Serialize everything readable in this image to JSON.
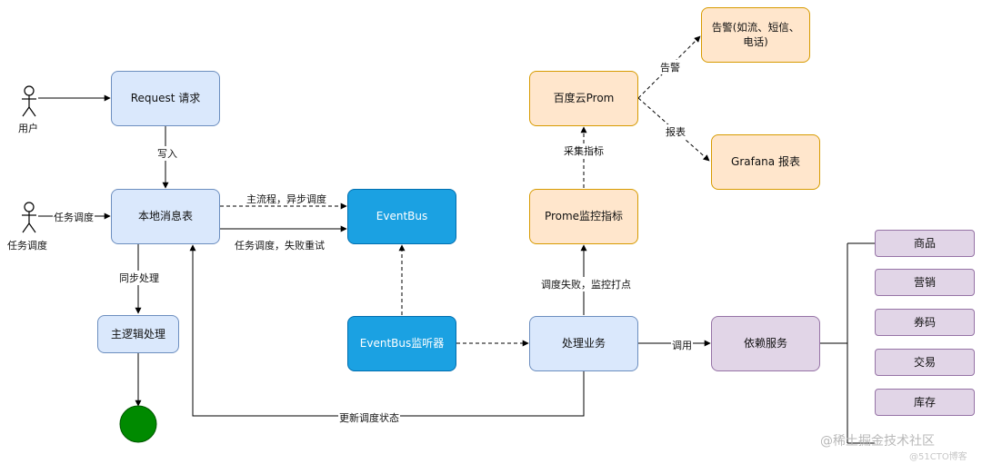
{
  "nodes": {
    "request": "Request 请求",
    "local_table": "本地消息表",
    "eventbus": "EventBus",
    "main_logic": "主逻辑处理",
    "eventbus_listener": "EventBus监听器",
    "process_business": "处理业务",
    "dependency_service": "依赖服务",
    "baidu_prom": "百度云Prom",
    "prome_metrics": "Prome监控指标",
    "alert": "告警(如流、短信、电话)",
    "grafana": "Grafana 报表",
    "svc_goods": "商品",
    "svc_marketing": "营销",
    "svc_coupon": "券码",
    "svc_trade": "交易",
    "svc_inventory": "库存"
  },
  "actors": {
    "user": "用户",
    "scheduler": "任务调度"
  },
  "edges": {
    "write": "写入",
    "scheduler_edge": "任务调度",
    "main_flow": "主流程，异步调度",
    "retry": "任务调度，失败重试",
    "sync": "同步处理",
    "schedule_fail": "调度失败，监控打点",
    "invoke": "调用",
    "update_status": "更新调度状态",
    "collect": "采集指标",
    "alert_edge": "告警",
    "report_edge": "报表"
  },
  "watermark": {
    "main": "@稀土掘金技术社区",
    "sub": "@51CTO博客"
  },
  "colors": {
    "blue_light": "#dae8fc",
    "blue_dark": "#1ba1e2",
    "orange": "#ffe6cc",
    "purple": "#e1d5e7",
    "end_dot": "#008a00"
  }
}
